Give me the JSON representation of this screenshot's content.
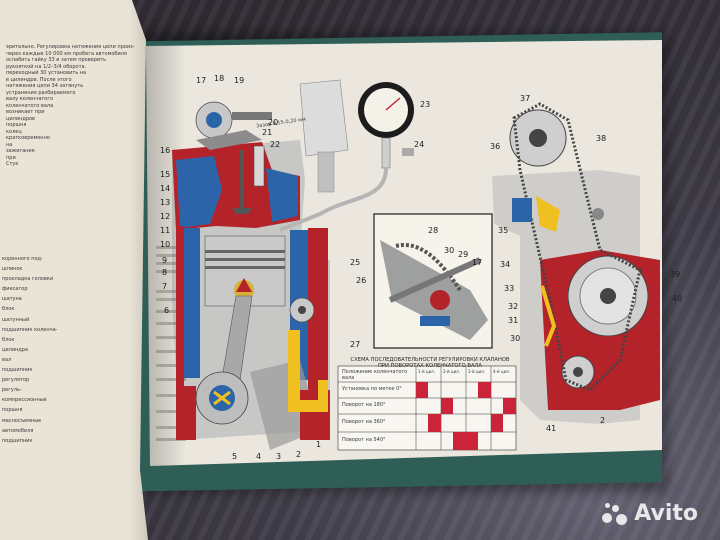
{
  "book": {
    "left_page_lines": [
      "эрительно. Регулировка натяжения цепи произ-",
      "через каждые 10 000 км пробега автомобиля",
      "ослабить гайку 33 и затем проверить",
      "рукояткой на 1/2–3/4 оборота.",
      "переходный 30 установить на",
      "в цилиндре. После этого",
      "натяжения цепи 34 затянуть",
      "устранения разбираемого",
      "",
      "валу коленчатого",
      "коленчатого вала",
      "возникает при",
      "цилиндров",
      "поршня",
      "колец",
      "кратковременно",
      "на",
      "зажигания",
      "при",
      "Стук"
    ],
    "left_margin_terms": [
      "коренного под-",
      "шпинок",
      "прокладка головки",
      "фиксатор",
      "шатуна",
      "блок",
      "шатунный",
      "подшипник коленча-",
      "блок",
      "цилиндра",
      "вал",
      "подшипник",
      "регулятор",
      "регуль-",
      "компрессионные",
      "поршня",
      "маслосъемные",
      "автомобиля",
      "подшипник"
    ],
    "callouts": [
      "17",
      "18",
      "19",
      "20",
      "21",
      "22",
      "16",
      "15",
      "14",
      "13",
      "12",
      "11",
      "10",
      "9",
      "8",
      "7",
      "6",
      "23",
      "24",
      "25",
      "26",
      "27",
      "28",
      "29",
      "17",
      "30",
      "37",
      "36",
      "38",
      "35",
      "34",
      "33",
      "32",
      "31",
      "30",
      "39",
      "40",
      "41",
      "2",
      "1",
      "3",
      "4",
      "5",
      "2"
    ],
    "clearance_note": "Зазор 0,15-0,20 мм",
    "table": {
      "title_line1": "СХЕМА ПОСЛЕДОВАТЕЛЬНОСТИ РЕГУЛИРОВКИ КЛАПАНОВ",
      "title_line2": "ПРИ ПОВОРОТАХ КОЛЕНЧАТОГО ВАЛА",
      "header": "Положение коленчатого вала",
      "columns": [
        "1-й цил.",
        "2-й цил.",
        "3-й цил.",
        "4-й цил."
      ],
      "rows": [
        "Установка по метке 0°",
        "Поворот на 180°",
        "Поворот на 360°",
        "Поворот на 540°"
      ]
    }
  },
  "watermark": {
    "brand": "Avito"
  },
  "colors": {
    "red": "#b5232a",
    "blue": "#2b64a8",
    "yellow": "#f0c020",
    "cover": "#2f5e56"
  }
}
